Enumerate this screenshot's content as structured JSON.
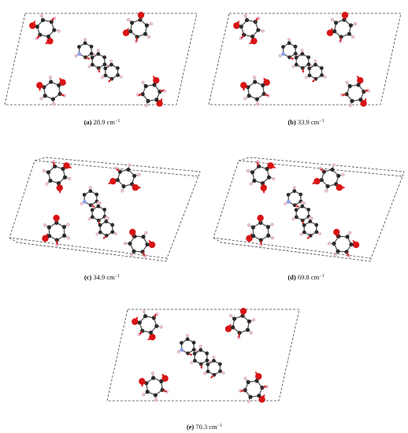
{
  "figure": {
    "panels": [
      {
        "letter": "(a)",
        "value": "28.9",
        "unit": "cm",
        "exponent": "−1",
        "cell": "oblique"
      },
      {
        "letter": "(b)",
        "value": "33.9",
        "unit": "cm",
        "exponent": "−1",
        "cell": "oblique"
      },
      {
        "letter": "(c)",
        "value": "34.9",
        "unit": "cm",
        "exponent": "−1",
        "cell": "box"
      },
      {
        "letter": "(d)",
        "value": "69.8",
        "unit": "cm",
        "exponent": "−1",
        "cell": "box"
      },
      {
        "letter": "(e)",
        "value": "70.3",
        "unit": "cm",
        "exponent": "−1",
        "cell": "oblique"
      }
    ],
    "colors": {
      "oxygen": "#d81414",
      "carbon": "#2b2b2b",
      "hydrogen": "#f2c2d6",
      "nitrogen": "#8aa2e6",
      "displacement_arrow": "#d81414",
      "cell_edge": "#444444"
    }
  }
}
